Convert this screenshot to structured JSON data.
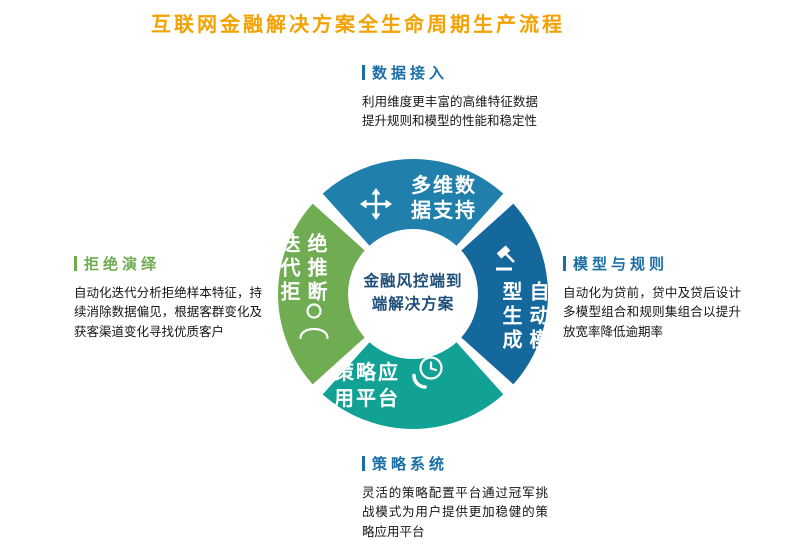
{
  "title": "互联网金融解决方案全生命周期生产流程",
  "center_label": {
    "line1": "金融风控端到",
    "line2": "端解决方案"
  },
  "ring": {
    "segments": [
      {
        "name": "data-support",
        "line1": "多维数",
        "line2": "据支持",
        "color": "#2180AB",
        "icon": "move-arrows-icon"
      },
      {
        "name": "auto-model",
        "line1": "自动模",
        "line2": "型生成",
        "color": "#15689B",
        "icon": "gavel-icon"
      },
      {
        "name": "strategy-platform",
        "line1": "策略应",
        "line2": "用平台",
        "color": "#12A295",
        "icon": "clock-phone-icon"
      },
      {
        "name": "iterative-rejection",
        "line1": "迭代拒",
        "line2": "绝推断",
        "color": "#70AC51",
        "icon": "person-icon"
      }
    ]
  },
  "sections": {
    "data_access": {
      "heading": "数据接入",
      "body": "利用维度更丰富的高维特征数据提升规则和模型的性能和稳定性"
    },
    "model_rules": {
      "heading": "模型与规则",
      "body": "自动化为贷前，贷中及贷后设计多模型组合和规则集组合以提升放宽率降低逾期率"
    },
    "strategy_system": {
      "heading": "策略系统",
      "body": "灵活的策略配置平台通过冠军挑战模式为用户提供更加稳健的策略应用平台"
    },
    "rejection_inference": {
      "heading": "拒绝演绎",
      "body": "自动化迭代分析拒绝样本特征，持续消除数据偏见，根据客群变化及获客渠道变化寻找优质客户"
    }
  },
  "colors": {
    "title": "#F2A202",
    "heading_blue": "#1C6FA5",
    "heading_green": "#6FAC51",
    "center_text": "#1F4E79"
  }
}
